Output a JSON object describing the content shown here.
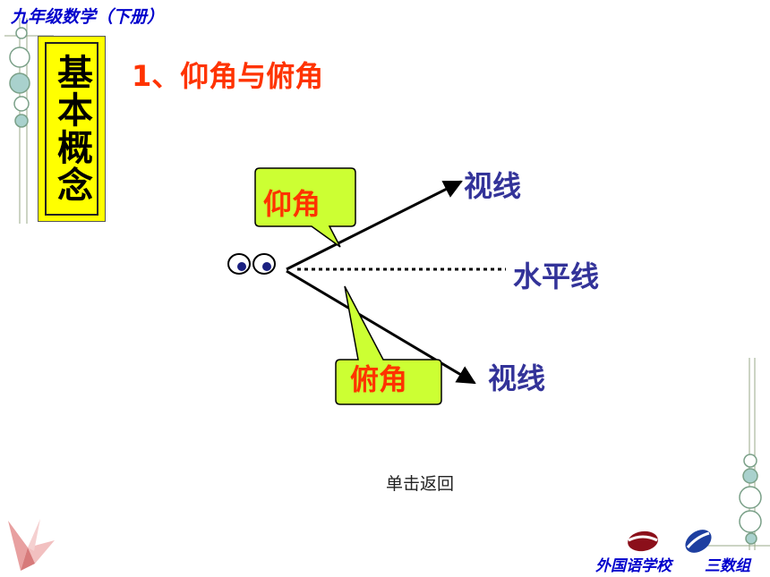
{
  "header": {
    "title": "九年级数学（下册）"
  },
  "concept": {
    "label": "基本概念"
  },
  "section": {
    "title": "1、仰角与俯角"
  },
  "diagram": {
    "upper_sight_label": "视线",
    "horizontal_label": "水平线",
    "lower_sight_label": "视线",
    "elevation_label": "仰角",
    "depression_label": "俯角"
  },
  "nav": {
    "back_label": "单击返回"
  },
  "footer": {
    "school": "外国语学校",
    "group": "三数组"
  },
  "colors": {
    "title_blue": "#0000cc",
    "label_blue": "#333399",
    "accent_red": "#ff3300",
    "callout_green": "#ccff33",
    "concept_yellow": "#ffff00"
  }
}
